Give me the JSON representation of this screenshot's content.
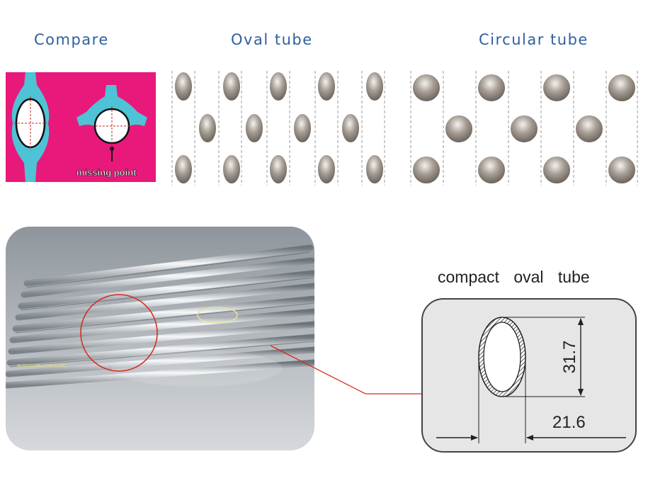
{
  "headings": {
    "compare": "Compare",
    "oval": "Oval tube",
    "circular": "Circular tube"
  },
  "compare_panel": {
    "label": "missing point",
    "background": "#e8197a",
    "weld_color": "#4ec3d6"
  },
  "photo": {
    "caption": "MUST CLEARLY THIS PLACE"
  },
  "drawing": {
    "title": "compact oval tube",
    "height_value": "31.7",
    "width_value": "21.6",
    "panel_color": "#e6e6e6"
  },
  "colors": {
    "heading": "#2f5f9e",
    "callout": "#d9261c",
    "circle_marker": "#d9261c",
    "oval_marker": "#e6e49a"
  }
}
